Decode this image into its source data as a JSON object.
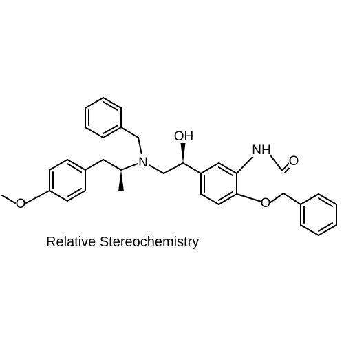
{
  "molecule": {
    "atoms": {
      "oh": "OH",
      "nh": "NH",
      "n": "N",
      "o_methoxy": "O",
      "o_formyl": "O",
      "o_benzyloxy": "O"
    },
    "caption": "Relative Stereochemistry"
  },
  "colors": {
    "bond": "#000000",
    "text": "#000000",
    "background": "#ffffff"
  }
}
